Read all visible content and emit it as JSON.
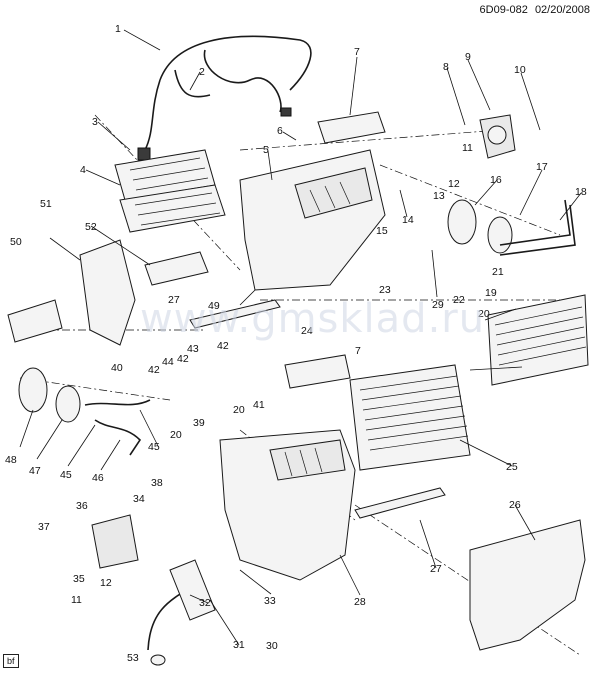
{
  "header": {
    "diagram_code": "6D09-082",
    "date": "02/20/2008"
  },
  "watermark": "www.gmsklad.ru",
  "badge": "bf",
  "callouts": [
    {
      "id": "c1",
      "text": "1"
    },
    {
      "id": "c2",
      "text": "2"
    },
    {
      "id": "c3",
      "text": "3"
    },
    {
      "id": "c4",
      "text": "4"
    },
    {
      "id": "c5",
      "text": "5"
    },
    {
      "id": "c6",
      "text": "6"
    },
    {
      "id": "c7a",
      "text": "7"
    },
    {
      "id": "c7b",
      "text": "7"
    },
    {
      "id": "c8",
      "text": "8"
    },
    {
      "id": "c9",
      "text": "9"
    },
    {
      "id": "c10",
      "text": "10"
    },
    {
      "id": "c11a",
      "text": "11"
    },
    {
      "id": "c11b",
      "text": "11"
    },
    {
      "id": "c12a",
      "text": "12"
    },
    {
      "id": "c12b",
      "text": "12"
    },
    {
      "id": "c13",
      "text": "13"
    },
    {
      "id": "c14",
      "text": "14"
    },
    {
      "id": "c15",
      "text": "15"
    },
    {
      "id": "c16",
      "text": "16"
    },
    {
      "id": "c17",
      "text": "17"
    },
    {
      "id": "c18",
      "text": "18"
    },
    {
      "id": "c19",
      "text": "19"
    },
    {
      "id": "c20a",
      "text": "20"
    },
    {
      "id": "c20b",
      "text": "20"
    },
    {
      "id": "c20c",
      "text": "20"
    },
    {
      "id": "c21",
      "text": "21"
    },
    {
      "id": "c22",
      "text": "22"
    },
    {
      "id": "c23",
      "text": "23"
    },
    {
      "id": "c24",
      "text": "24"
    },
    {
      "id": "c25",
      "text": "25"
    },
    {
      "id": "c26",
      "text": "26"
    },
    {
      "id": "c27a",
      "text": "27"
    },
    {
      "id": "c27b",
      "text": "27"
    },
    {
      "id": "c28",
      "text": "28"
    },
    {
      "id": "c29",
      "text": "29"
    },
    {
      "id": "c30",
      "text": "30"
    },
    {
      "id": "c31",
      "text": "31"
    },
    {
      "id": "c32",
      "text": "32"
    },
    {
      "id": "c33",
      "text": "33"
    },
    {
      "id": "c34",
      "text": "34"
    },
    {
      "id": "c35",
      "text": "35"
    },
    {
      "id": "c36",
      "text": "36"
    },
    {
      "id": "c37",
      "text": "37"
    },
    {
      "id": "c38",
      "text": "38"
    },
    {
      "id": "c39",
      "text": "39"
    },
    {
      "id": "c40",
      "text": "40"
    },
    {
      "id": "c41",
      "text": "41"
    },
    {
      "id": "c42a",
      "text": "42"
    },
    {
      "id": "c42b",
      "text": "42"
    },
    {
      "id": "c42c",
      "text": "42"
    },
    {
      "id": "c43",
      "text": "43"
    },
    {
      "id": "c44",
      "text": "44"
    },
    {
      "id": "c45a",
      "text": "45"
    },
    {
      "id": "c45b",
      "text": "45"
    },
    {
      "id": "c46",
      "text": "46"
    },
    {
      "id": "c47",
      "text": "47"
    },
    {
      "id": "c48",
      "text": "48"
    },
    {
      "id": "c49",
      "text": "49"
    },
    {
      "id": "c50",
      "text": "50"
    },
    {
      "id": "c51",
      "text": "51"
    },
    {
      "id": "c52",
      "text": "52"
    },
    {
      "id": "c53",
      "text": "53"
    }
  ]
}
